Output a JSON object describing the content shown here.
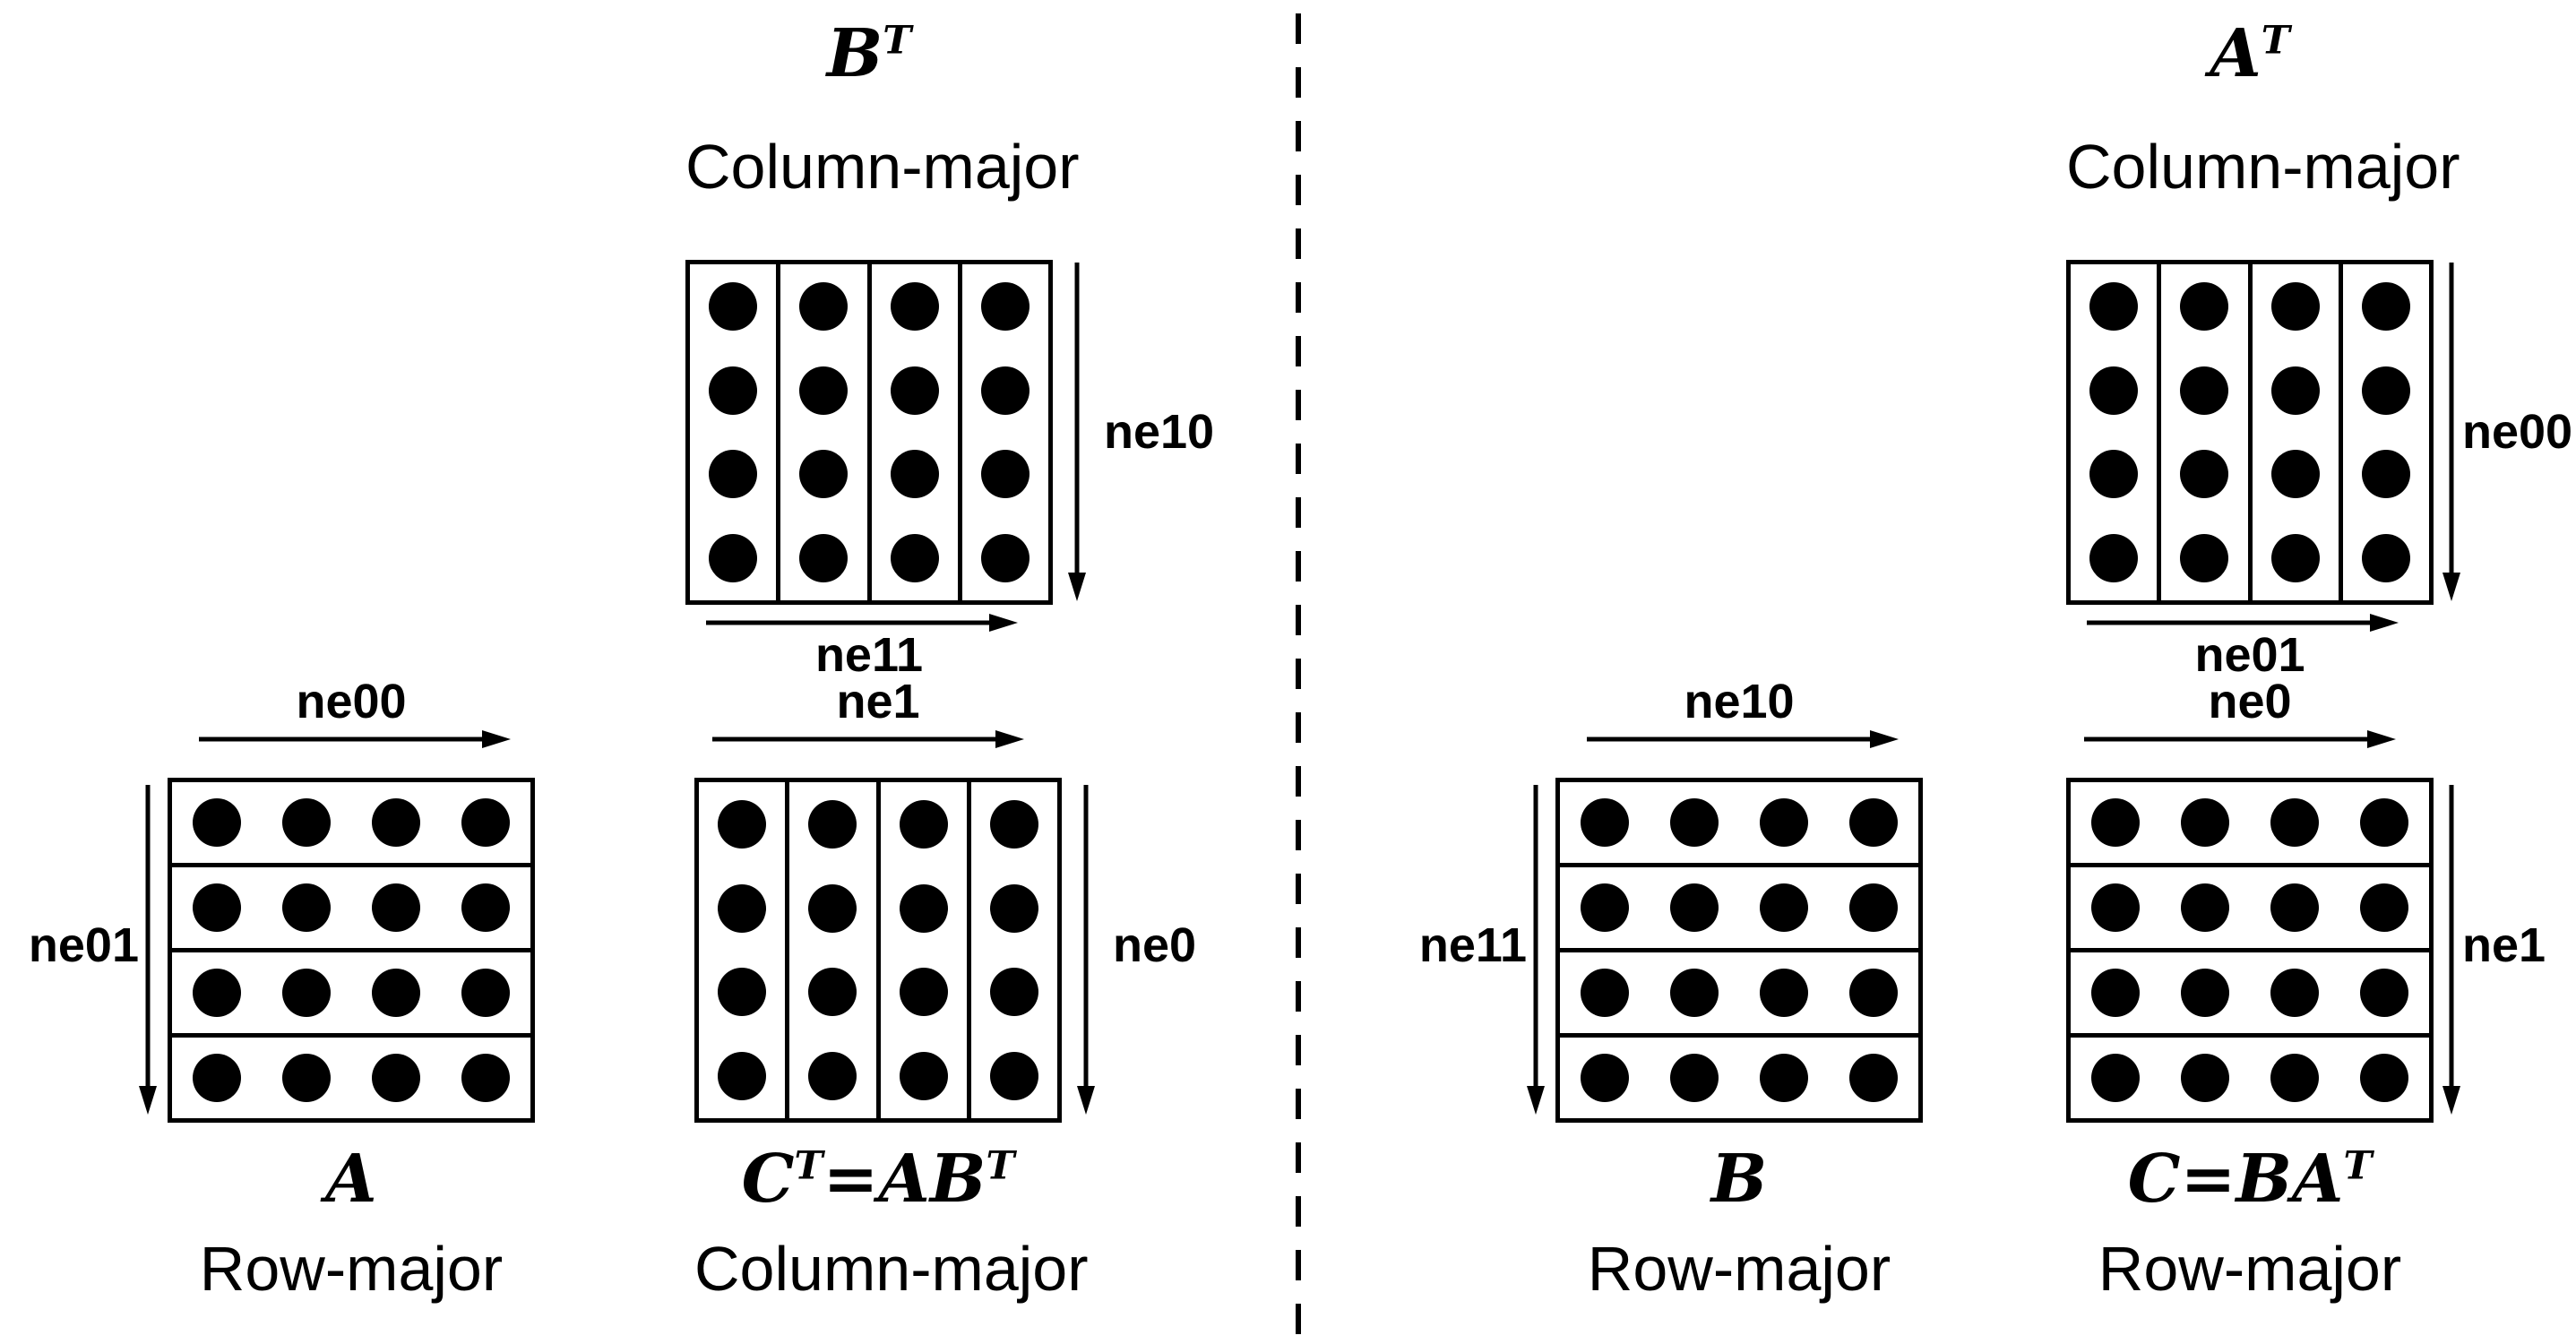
{
  "colors": {
    "foreground": "#000000",
    "background": "#ffffff"
  },
  "bt": {
    "title_segments": [
      {
        "text": "B"
      },
      {
        "text": "T",
        "sup": true
      }
    ],
    "subtitle": "Column-major",
    "orientation": "column",
    "side_label": "ne10",
    "bottom_label": "ne11"
  },
  "a": {
    "title_segments": [
      {
        "text": "A"
      }
    ],
    "subtitle": "Row-major",
    "orientation": "row",
    "top_label": "ne00",
    "left_label": "ne01"
  },
  "ct": {
    "title_segments": [
      {
        "text": "C"
      },
      {
        "text": "T",
        "sup": true
      },
      {
        "text": "=AB"
      },
      {
        "text": "T",
        "sup": true
      }
    ],
    "subtitle": "Column-major",
    "orientation": "column",
    "top_label": "ne1",
    "right_label": "ne0"
  },
  "at": {
    "title_segments": [
      {
        "text": "A"
      },
      {
        "text": "T",
        "sup": true
      }
    ],
    "subtitle": "Column-major",
    "orientation": "column",
    "side_label": "ne00",
    "bottom_label": "ne01"
  },
  "b": {
    "title_segments": [
      {
        "text": "B"
      }
    ],
    "subtitle": "Row-major",
    "orientation": "row",
    "top_label": "ne10",
    "left_label": "ne11"
  },
  "c": {
    "title_segments": [
      {
        "text": "C=BA"
      },
      {
        "text": "T",
        "sup": true
      }
    ],
    "subtitle": "Row-major",
    "orientation": "row",
    "top_label": "ne0",
    "right_label": "ne1"
  }
}
